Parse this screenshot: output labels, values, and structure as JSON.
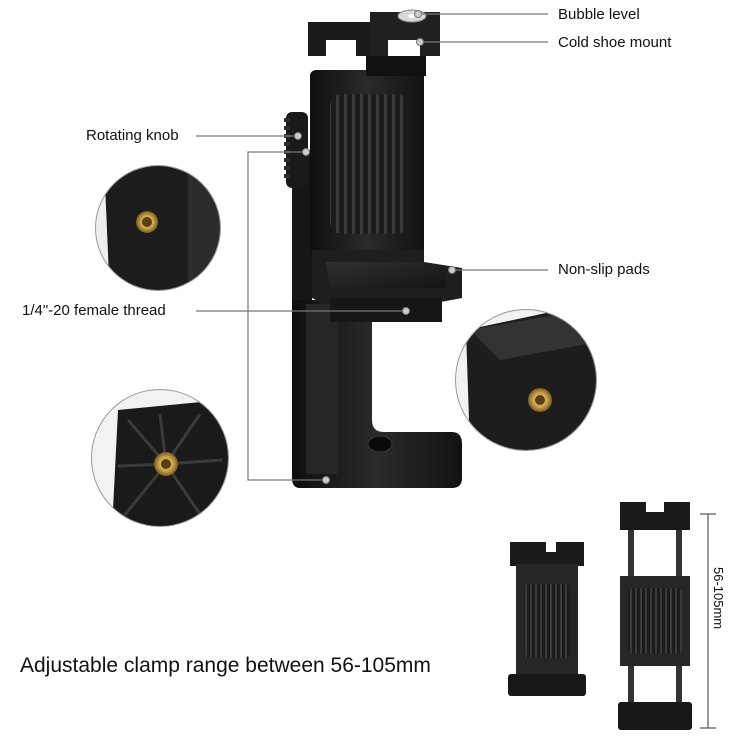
{
  "labels": {
    "bubble_level": "Bubble level",
    "cold_shoe_mount": "Cold shoe mount",
    "rotating_knob": "Rotating knob",
    "non_slip_pads": "Non-slip pads",
    "female_thread": "1/4\"-20 female thread"
  },
  "caption": "Adjustable clamp range between 56-105mm",
  "dimension": "56-105mm",
  "colors": {
    "product": "#1a1a1a",
    "product_highlight": "#3a3a3a",
    "callout_line": "#777777",
    "brass": "#c9a24a",
    "background": "#ffffff"
  }
}
